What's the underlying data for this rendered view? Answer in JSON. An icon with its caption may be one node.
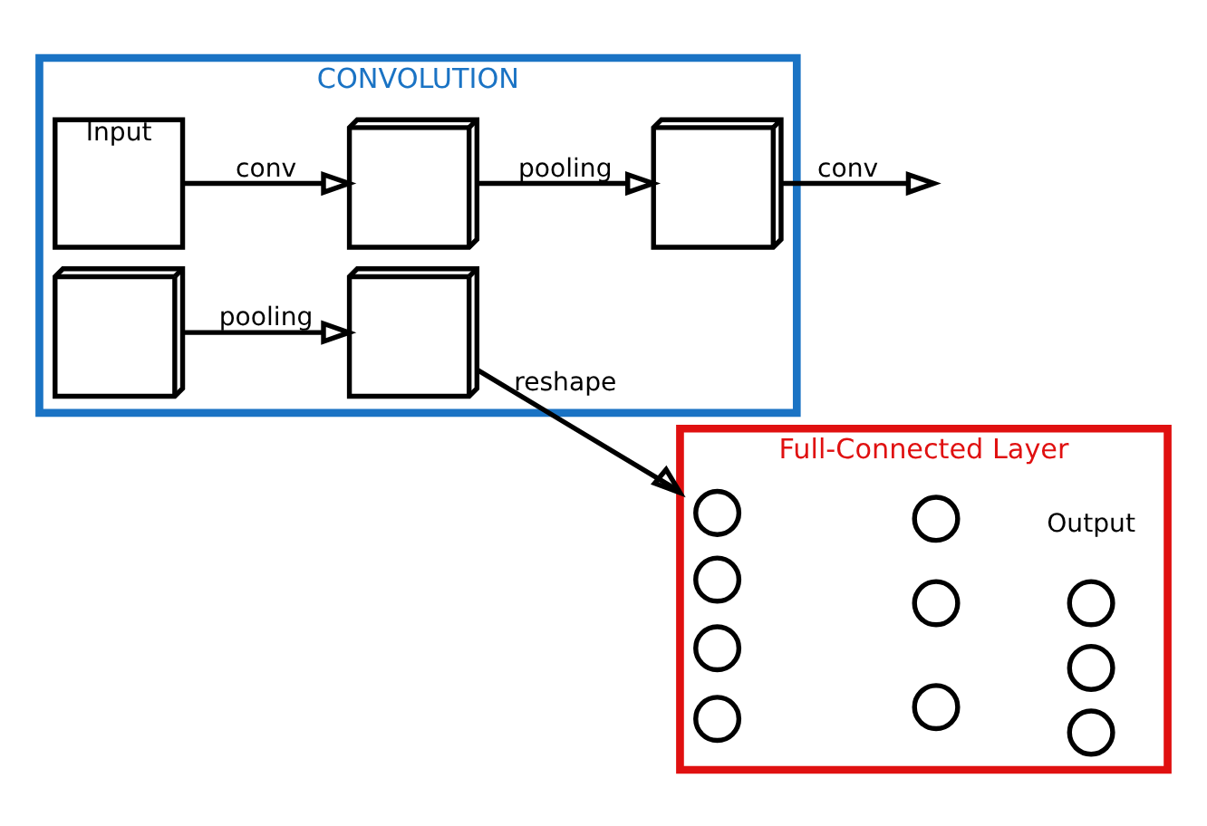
{
  "diagram": {
    "nodes": [
      {
        "text": [
          "CONVOLUTION"
        ]
      },
      {
        "text": [
          "Input"
        ],
        "in": 0
      },
      {
        "text": [],
        "shape": "box",
        "in": 0
      },
      {
        "text": [],
        "shape": "box",
        "in": 0
      },
      {
        "text": [],
        "shape": "box",
        "in": 0
      },
      {
        "text": [],
        "shape": "box",
        "in": 0
      },
      {
        "text": [
          "Full-Connected Layer"
        ]
      },
      {
        "text": [],
        "shape": "circle",
        "in": 6
      },
      {
        "text": [],
        "shape": "circle",
        "in": 6
      },
      {
        "text": [],
        "shape": "circle",
        "in": 6
      },
      {
        "text": [],
        "shape": "circle",
        "in": 6
      },
      {
        "text": [],
        "shape": "circle",
        "in": 6
      },
      {
        "text": [],
        "shape": "circle",
        "in": 6
      },
      {
        "text": [],
        "shape": "circle",
        "in": 6
      },
      {
        "text": [],
        "shape": "circle",
        "in": 6
      },
      {
        "text": [],
        "shape": "circle",
        "in": 6
      },
      {
        "text": [],
        "shape": "circle",
        "in": 6
      }
    ],
    "edges": [
      {
        "from": 1,
        "to": 2,
        "arrow": "to",
        "label": "conv"
      },
      {
        "from": 2,
        "to": 3,
        "arrow": "to",
        "label": "pooling"
      },
      {
        "from": 3,
        "to": null,
        "arrow": "to",
        "label": "conv"
      },
      {
        "from": 4,
        "to": 5,
        "arrow": "to",
        "label": "pooling"
      },
      {
        "from": 5,
        "to": 6,
        "arrow": "to",
        "label": "reshape"
      }
    ],
    "labels": [
      "Output"
    ]
  }
}
